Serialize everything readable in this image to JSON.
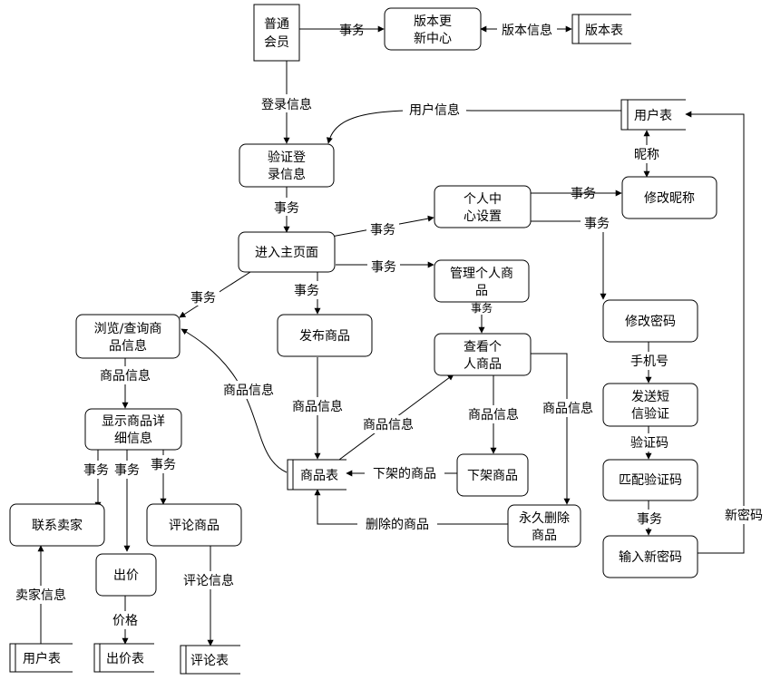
{
  "nodes": {
    "member": {
      "lines": [
        "普通",
        "会员"
      ]
    },
    "version_center": {
      "lines": [
        "版本更",
        "新中心"
      ]
    },
    "version_table": {
      "lines": [
        "版本表"
      ]
    },
    "verify_login": {
      "lines": [
        "验证登",
        "录信息"
      ]
    },
    "user_table_top": {
      "lines": [
        "用户表"
      ]
    },
    "nickname_edit": {
      "lines": [
        "修改昵称"
      ]
    },
    "personal_center": {
      "lines": [
        "个人中",
        "心设置"
      ]
    },
    "main_page": {
      "lines": [
        "进入主页面"
      ]
    },
    "manage_goods": {
      "lines": [
        "管理个人商",
        "品"
      ]
    },
    "browse_goods": {
      "lines": [
        "浏览/查询商",
        "品信息"
      ]
    },
    "publish_goods": {
      "lines": [
        "发布商品"
      ]
    },
    "view_goods": {
      "lines": [
        "查看个",
        "人商品"
      ]
    },
    "change_pwd": {
      "lines": [
        "修改密码"
      ]
    },
    "send_sms": {
      "lines": [
        "发送短",
        "信验证"
      ]
    },
    "show_detail": {
      "lines": [
        "显示商品详",
        "细信息"
      ]
    },
    "goods_table": {
      "lines": [
        "商品表"
      ]
    },
    "offshelf": {
      "lines": [
        "下架商品"
      ]
    },
    "match_code": {
      "lines": [
        "匹配验证码"
      ]
    },
    "contact_seller": {
      "lines": [
        "联系卖家"
      ]
    },
    "comment_goods": {
      "lines": [
        "评论商品"
      ]
    },
    "delete_forever": {
      "lines": [
        "永久删除",
        "商品"
      ]
    },
    "new_pwd": {
      "lines": [
        "输入新密码"
      ]
    },
    "bid": {
      "lines": [
        "出价"
      ]
    },
    "user_table_bot": {
      "lines": [
        "用户表"
      ]
    },
    "bid_table": {
      "lines": [
        "出价表"
      ]
    },
    "comment_table": {
      "lines": [
        "评论表"
      ]
    }
  },
  "labels": {
    "member_to_version": "事务",
    "version_info": "版本信息",
    "login_info": "登录信息",
    "user_info": "用户信息",
    "nickname": "昵称",
    "verify_to_main": "事务",
    "main_to_personal": "事务",
    "personal_to_nickname": "事务",
    "personal_to_pwd": "事务",
    "main_to_manage": "事务",
    "main_to_browse": "事务",
    "main_to_publish": "事务",
    "manage_to_view": "事务",
    "browse_goods_info": "商品信息",
    "goods_info_back": "商品信息",
    "publish_goods_info": "商品信息",
    "view_goods_info_up": "商品信息",
    "view_goods_info_down": "商品信息",
    "view_goods_info_right": "商品信息",
    "phone": "手机号",
    "code": "验证码",
    "match_to_new": "事务",
    "new_password": "新密码",
    "detail_tx_1": "事务",
    "detail_tx_2": "事务",
    "detail_tx_3": "事务",
    "offshelf_goods": "下架的商品",
    "deleted_goods": "删除的商品",
    "seller_info": "卖家信息",
    "comment_info": "评论信息",
    "price": "价格"
  }
}
